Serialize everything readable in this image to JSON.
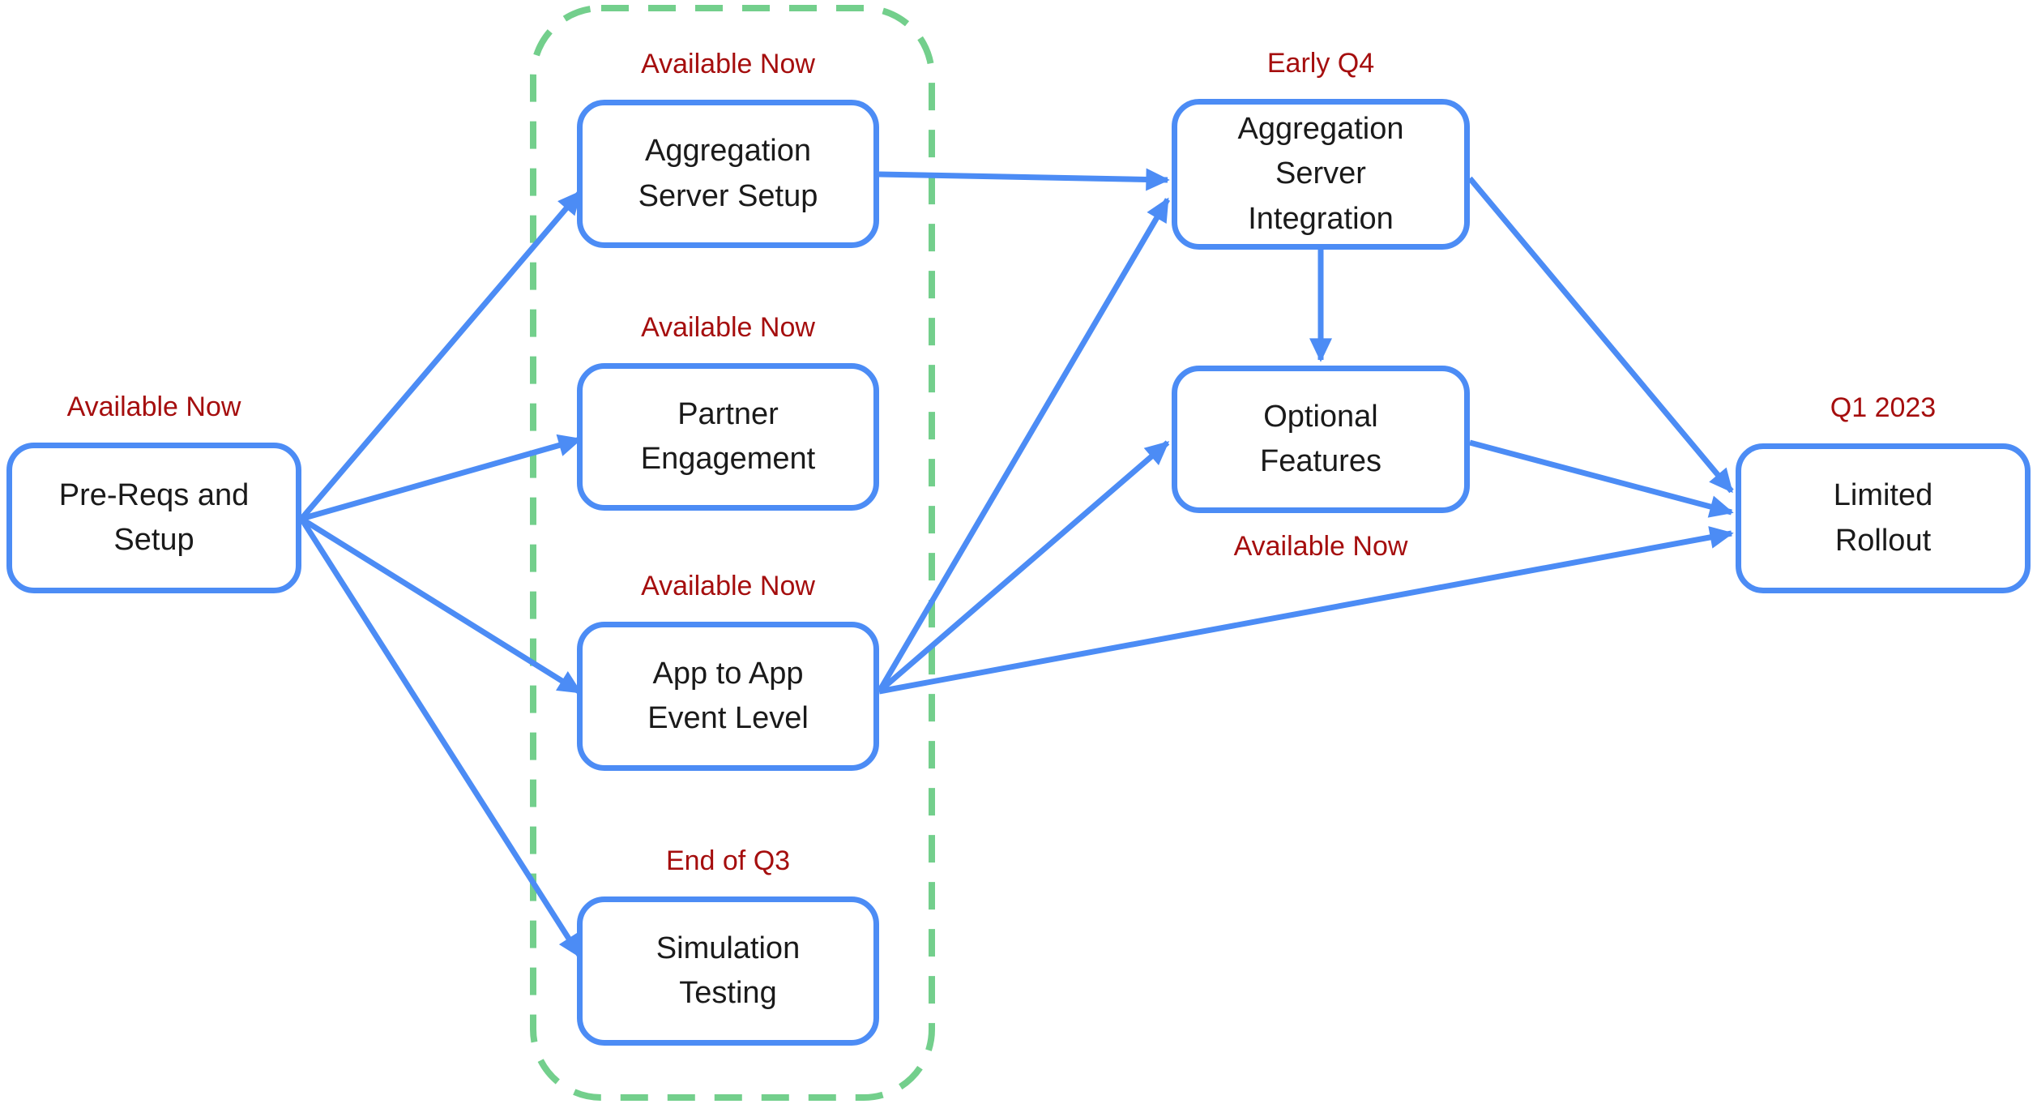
{
  "diagram": {
    "type": "flowchart-roadmap",
    "colors": {
      "node_border": "#4C8CF5",
      "arrow": "#4C8CF5",
      "status_text": "#A50E0E",
      "group_outline": "#73CF8C",
      "node_text": "#1A1A1A",
      "background": "#FFFFFF"
    },
    "nodes": [
      {
        "id": "pre_reqs",
        "label": "Pre-Reqs and Setup",
        "status": "Available Now"
      },
      {
        "id": "agg_setup",
        "label": "Aggregation Server Setup",
        "status": "Available Now"
      },
      {
        "id": "partner",
        "label": "Partner Engagement",
        "status": "Available Now"
      },
      {
        "id": "app_to_app",
        "label": "App to App Event Level",
        "status": "Available Now"
      },
      {
        "id": "sim_testing",
        "label": "Simulation Testing",
        "status": "End of Q3"
      },
      {
        "id": "agg_integration",
        "label": "Aggregation Server Integration",
        "status": "Early Q4"
      },
      {
        "id": "optional",
        "label": "Optional Features",
        "status": "Available Now"
      },
      {
        "id": "rollout",
        "label": "Limited Rollout",
        "status": "Q1 2023"
      }
    ],
    "edges": [
      {
        "from": "pre_reqs",
        "to": "agg_setup"
      },
      {
        "from": "pre_reqs",
        "to": "partner"
      },
      {
        "from": "pre_reqs",
        "to": "app_to_app"
      },
      {
        "from": "pre_reqs",
        "to": "sim_testing"
      },
      {
        "from": "agg_setup",
        "to": "agg_integration"
      },
      {
        "from": "app_to_app",
        "to": "agg_integration"
      },
      {
        "from": "app_to_app",
        "to": "optional"
      },
      {
        "from": "app_to_app",
        "to": "rollout"
      },
      {
        "from": "agg_integration",
        "to": "optional"
      },
      {
        "from": "agg_integration",
        "to": "rollout"
      },
      {
        "from": "optional",
        "to": "rollout"
      }
    ]
  }
}
